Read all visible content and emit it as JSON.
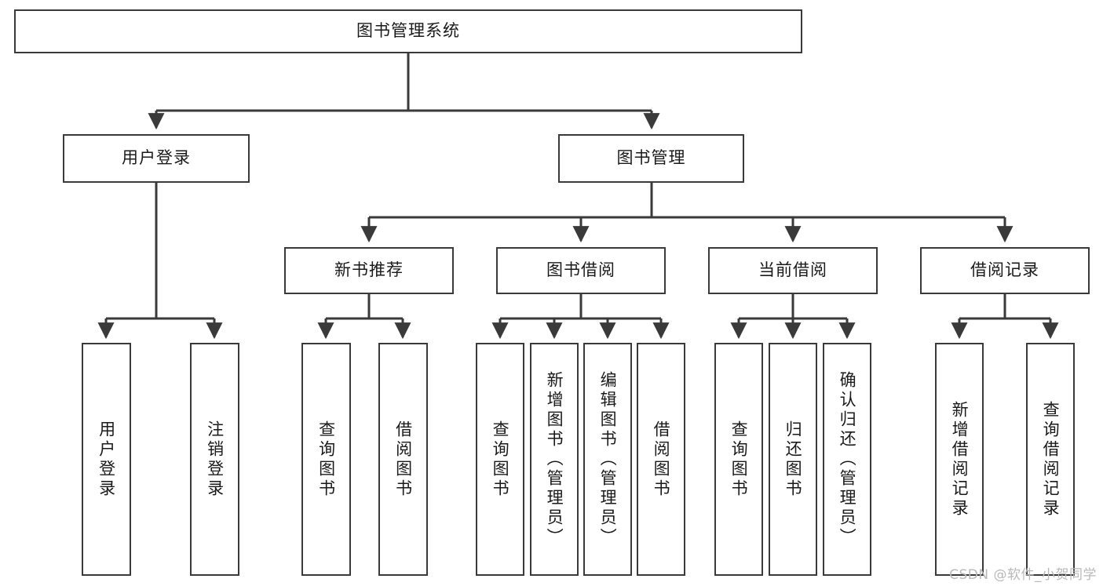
{
  "diagram": {
    "title": "图书管理系统",
    "type": "hierarchy-tree",
    "colors": {
      "stroke": "#3a3a3a",
      "fill": "#ffffff",
      "text": "#1a1a1a",
      "watermark": "#b9b9b9"
    },
    "root": {
      "label": "图书管理系统"
    },
    "level2": [
      {
        "label": "用户登录"
      },
      {
        "label": "图书管理"
      }
    ],
    "level3": [
      {
        "label": "新书推荐"
      },
      {
        "label": "图书借阅"
      },
      {
        "label": "当前借阅"
      },
      {
        "label": "借阅记录"
      }
    ],
    "leaves": {
      "user_login": [
        {
          "label": "用户登录"
        },
        {
          "label": "注销登录"
        }
      ],
      "new_book_recommend": [
        {
          "label": "查询图书"
        },
        {
          "label": "借阅图书"
        }
      ],
      "book_borrow": [
        {
          "label": "查询图书"
        },
        {
          "label": "新增图书（管理员）"
        },
        {
          "label": "编辑图书（管理员）"
        },
        {
          "label": "借阅图书"
        }
      ],
      "current_borrow": [
        {
          "label": "查询图书"
        },
        {
          "label": "归还图书"
        },
        {
          "label": "确认归还（管理员）"
        }
      ],
      "borrow_record": [
        {
          "label": "新增借阅记录"
        },
        {
          "label": "查询借阅记录"
        }
      ]
    },
    "watermark": "CSDN @软件_小贺同学"
  }
}
